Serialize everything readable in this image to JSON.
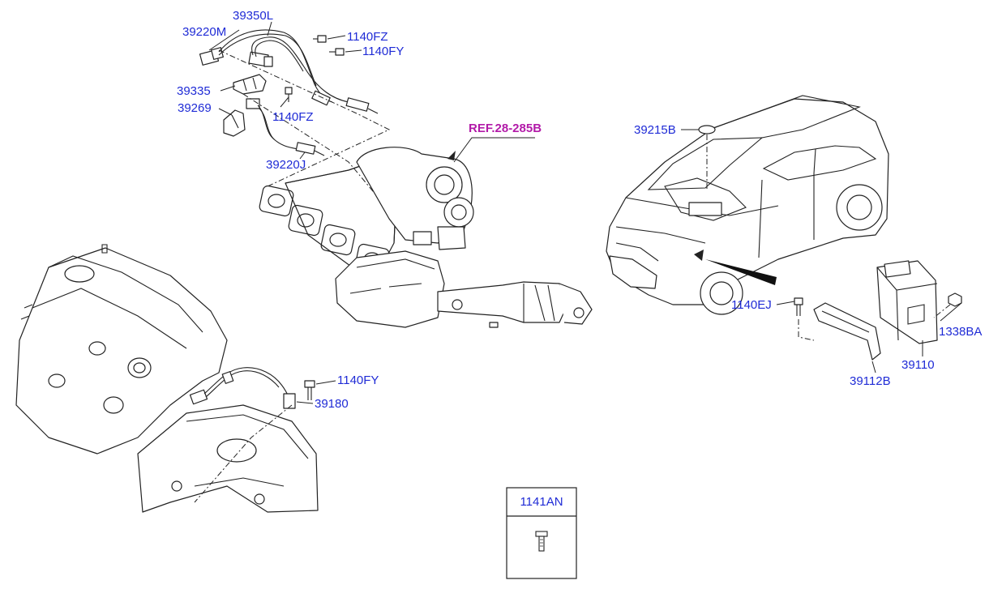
{
  "labels": {
    "l_39350L": "39350L",
    "l_39220M": "39220M",
    "l_1140FZ_a": "1140FZ",
    "l_1140FY_a": "1140FY",
    "l_39335": "39335",
    "l_39269": "39269",
    "l_1140FZ_b": "1140FZ",
    "l_39220J": "39220J",
    "l_ref": "REF.28-285B",
    "l_39215B": "39215B",
    "l_1140EJ": "1140EJ",
    "l_1338BA": "1338BA",
    "l_39110": "39110",
    "l_39112B": "39112B",
    "l_1140FY_b": "1140FY",
    "l_39180": "39180"
  },
  "legend_box": {
    "part_number": "1141AN"
  }
}
